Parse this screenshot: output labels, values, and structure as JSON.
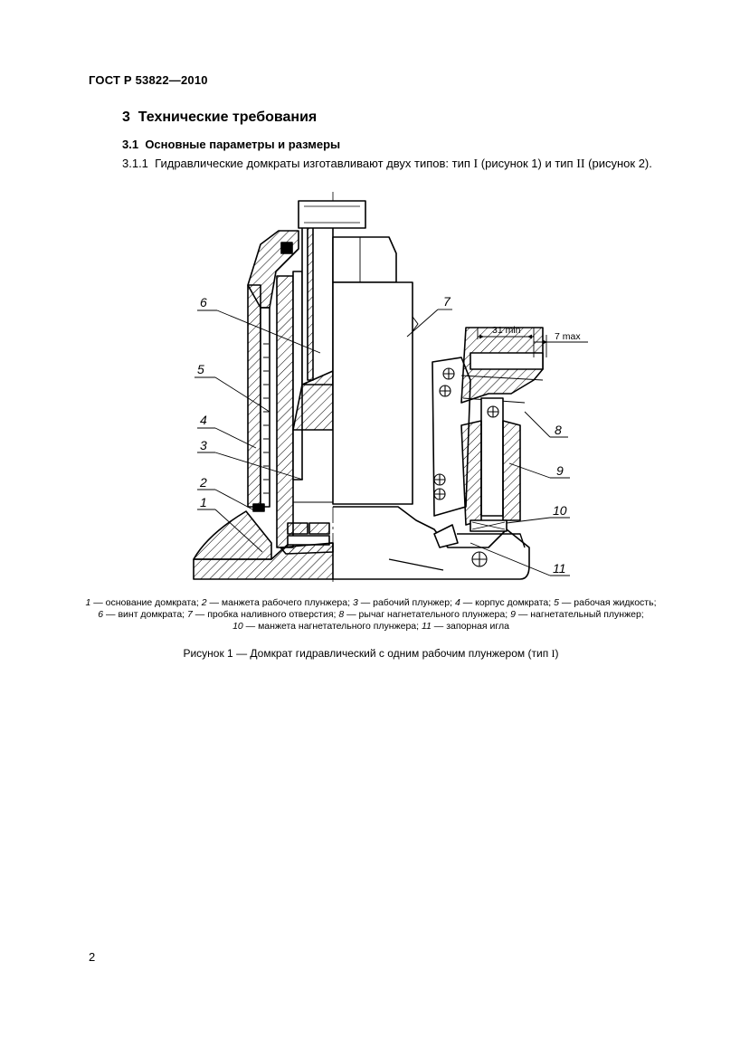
{
  "header": {
    "standard": "ГОСТ Р 53822—2010"
  },
  "section": {
    "number": "3",
    "title": "Технические требования"
  },
  "subsection": {
    "number": "3.1",
    "title": "Основные параметры и размеры"
  },
  "paragraph": {
    "number": "3.1.1",
    "text_before": "Гидравлические домкраты изготавливают двух типов: тип ",
    "type1": "I",
    "text_middle": " (рисунок 1) и тип ",
    "type2": "II",
    "text_after": " (рисунок 2)."
  },
  "figure": {
    "callouts": [
      "1",
      "2",
      "3",
      "4",
      "5",
      "6",
      "7",
      "8",
      "9",
      "10",
      "11"
    ],
    "dimensions": {
      "d1": "31 min",
      "d2": "7 max"
    },
    "legend": [
      {
        "num": "1",
        "text": " — основание домкрата; "
      },
      {
        "num": "2",
        "text": " — манжета рабочего плунжера; "
      },
      {
        "num": "3",
        "text": " — рабочий плунжер; "
      },
      {
        "num": "4",
        "text": " — корпус домкрата; "
      },
      {
        "num": "5",
        "text": " — рабочая жидкость;"
      },
      {
        "num": "6",
        "text": " — винт домкрата; "
      },
      {
        "num": "7",
        "text": " — пробка наливного отверстия; "
      },
      {
        "num": "8",
        "text": " — рычаг нагнетательного плунжера; "
      },
      {
        "num": "9",
        "text": " — нагнетательный плунжер;"
      },
      {
        "num": "10",
        "text": " — манжета нагнетательного плунжера; "
      },
      {
        "num": "11",
        "text": " — запорная игла"
      }
    ],
    "caption_text": "Рисунок 1 — Домкрат гидравлический с одним рабочим плунжером (тип ",
    "caption_type": "I",
    "caption_close": ")"
  },
  "footer": {
    "page_number": "2"
  }
}
